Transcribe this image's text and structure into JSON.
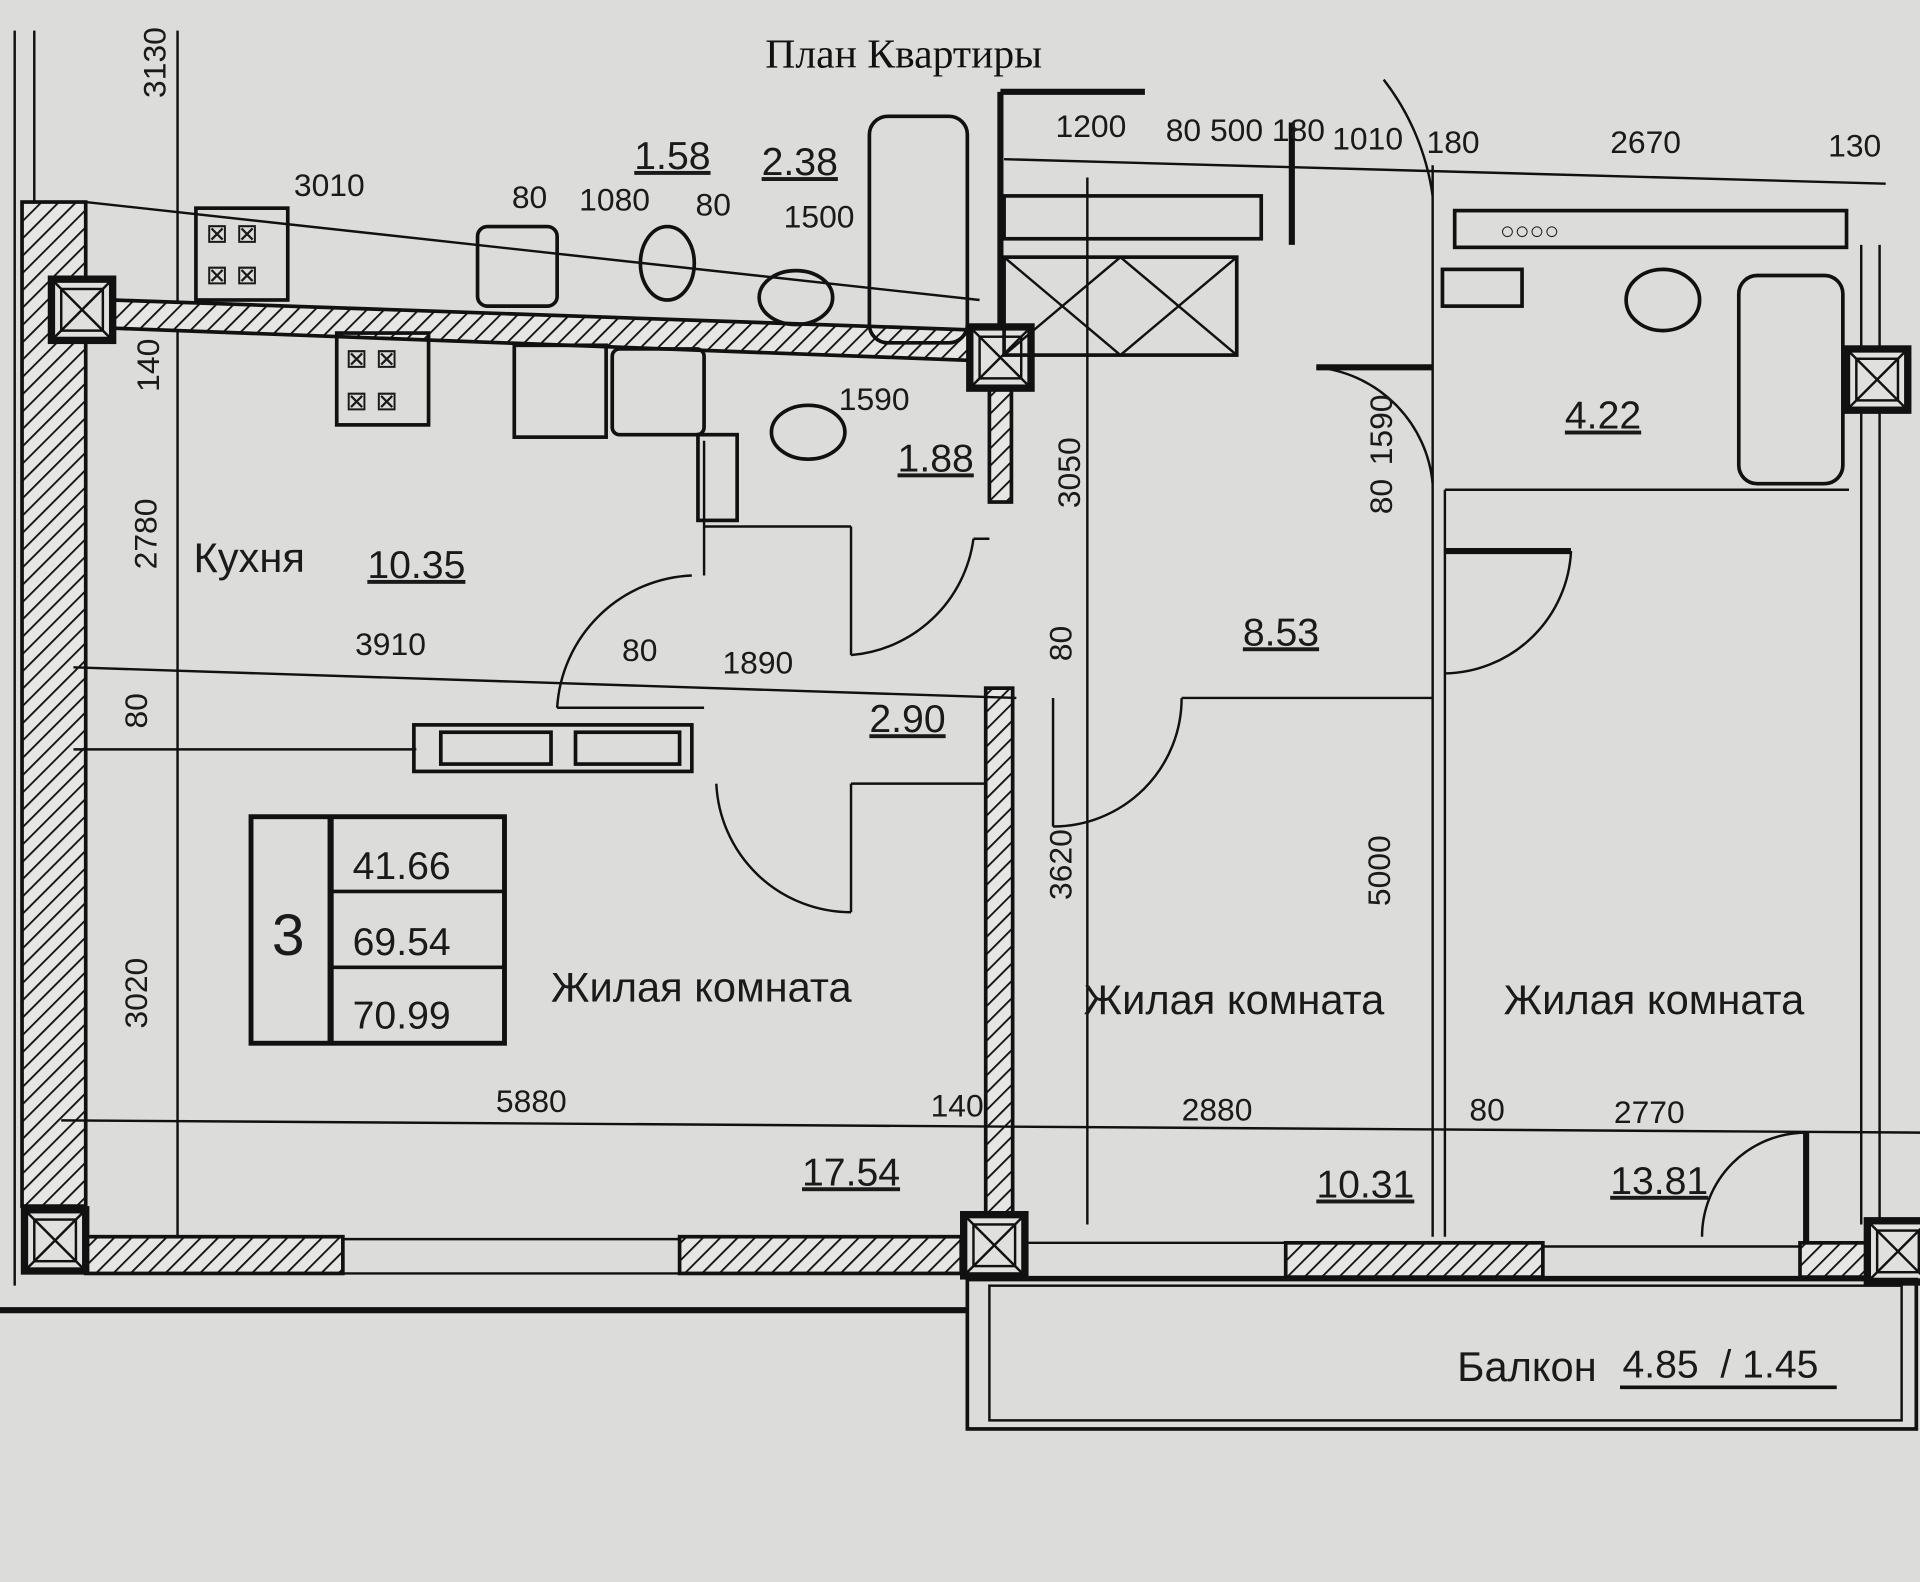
{
  "title": "План Квартиры",
  "rooms": {
    "kitchen": {
      "label": "Кухня",
      "area": "10.35"
    },
    "living1": {
      "label": "Жилая комната",
      "area": "17.54"
    },
    "living2": {
      "label": "Жилая комната",
      "area": "10.31"
    },
    "living3": {
      "label": "Жилая комната",
      "area": "13.81"
    },
    "bath_small": {
      "area": "1.58"
    },
    "bath_top": {
      "area": "2.38"
    },
    "wc": {
      "area": "1.88"
    },
    "hall_small": {
      "area": "2.90"
    },
    "hall": {
      "area": "8.53"
    },
    "bath_right": {
      "area": "4.22"
    },
    "balcony": {
      "label": "Балкон",
      "area": "4.85",
      "reduced": "/ 1.45"
    }
  },
  "summary": {
    "rooms": "3",
    "living_area": "41.66",
    "total_area": "69.54",
    "total_with_balcony": "70.99"
  },
  "dims": {
    "top": [
      "3010",
      "80",
      "1080",
      "80",
      "1500",
      "1200",
      "80 500 180",
      "1010",
      "180",
      "2670",
      "130"
    ],
    "middle": [
      "1590",
      "3910",
      "80",
      "1890"
    ],
    "bottom": [
      "5880",
      "140",
      "2880",
      "80",
      "2770"
    ],
    "vertical": [
      "3130",
      "140",
      "2780",
      "80",
      "3020",
      "3050",
      "80",
      "3620",
      "1590",
      "80",
      "5000"
    ]
  }
}
